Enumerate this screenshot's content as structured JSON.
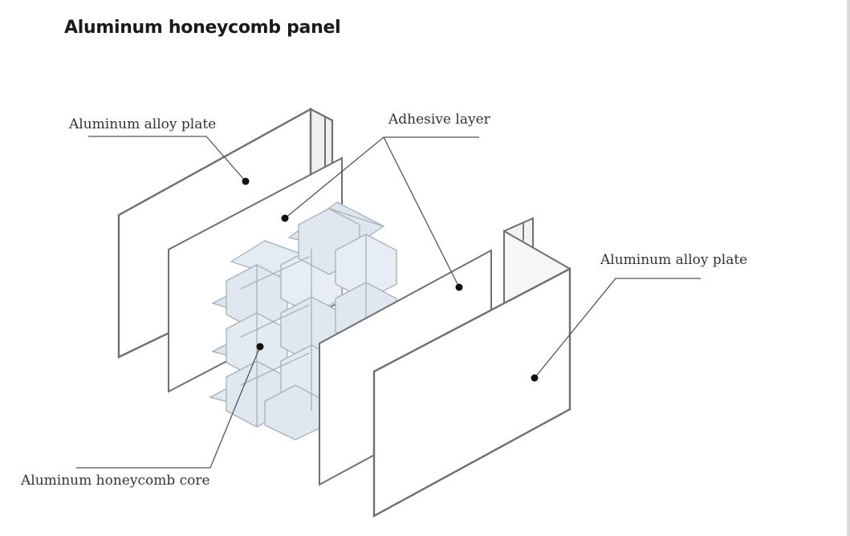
{
  "title": "Aluminum honeycomb panel",
  "labels": {
    "plate_left": "Aluminum alloy plate",
    "adhesive": "Adhesive layer",
    "plate_right": "Aluminum alloy plate",
    "core": "Aluminum honeycomb core"
  },
  "colors": {
    "plate_stroke": "#6f6f6f",
    "plate_face": "#ffffff",
    "plate_side": "#f2f2f2",
    "core_face": "#dfe8f1",
    "core_edge": "#a7b0b9",
    "leader": "#555555",
    "text": "#333333"
  }
}
